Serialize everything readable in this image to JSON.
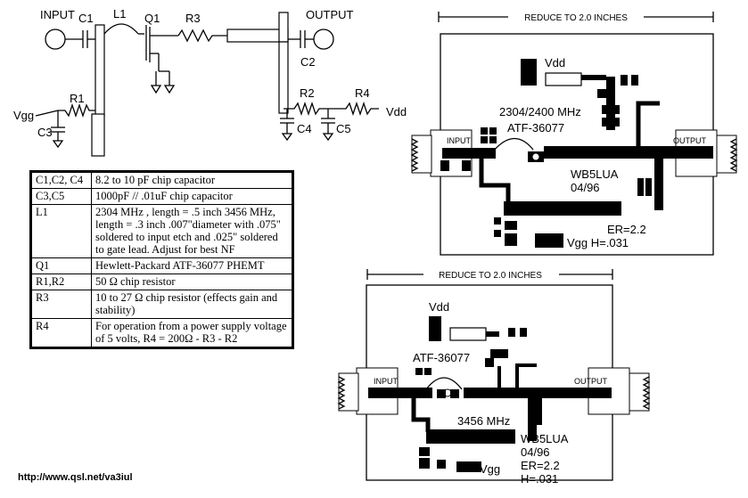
{
  "schematic": {
    "input_label": "INPUT",
    "output_label": "OUTPUT",
    "c1": "C1",
    "l1": "L1",
    "q1": "Q1",
    "r3": "R3",
    "c2": "C2",
    "r1": "R1",
    "r2": "R2",
    "r4": "R4",
    "vgg": "Vgg",
    "vdd": "Vdd",
    "c3": "C3",
    "c4": "C4",
    "c5": "C5"
  },
  "parts_table": [
    {
      "ref": "C1,C2, C4",
      "desc": "8.2 to 10 pF chip capacitor"
    },
    {
      "ref": "C3,C5",
      "desc": "1000pF // .01uF chip capacitor"
    },
    {
      "ref": "L1",
      "desc": "2304 MHz , length = .5 inch 3456 MHz, length = .3 inch .007\"diameter with .075\" soldered to input etch and .025\" soldered to gate lead. Adjust for best NF"
    },
    {
      "ref": "Q1",
      "desc": "Hewlett-Packard ATF-36077 PHEMT"
    },
    {
      "ref": "R1,R2",
      "desc": "50 Ω chip resistor"
    },
    {
      "ref": "R3",
      "desc": "10 to 27 Ω chip resistor (effects gain and stability)"
    },
    {
      "ref": "R4",
      "desc": "For operation from a power supply voltage of 5 volts, R4 = 200Ω - R3 - R2"
    }
  ],
  "url": "http://www.qsl.net/va3iul",
  "pcb_top": {
    "reduce_label": "REDUCE TO 2.0 INCHES",
    "vdd": "Vdd",
    "freq": "2304/2400 MHz",
    "device": "ATF-36077",
    "input": "INPUT",
    "output": "OUTPUT",
    "callsign": "WB5LUA",
    "date": "04/96",
    "er": "ER=2.2",
    "vgg_h": "Vgg H=.031"
  },
  "pcb_bottom": {
    "reduce_label": "REDUCE TO 2.0 INCHES",
    "vdd": "Vdd",
    "device": "ATF-36077",
    "input": "INPUT",
    "output": "OUTPUT",
    "freq": "3456 MHz",
    "callsign": "WB5LUA",
    "date": "04/96",
    "er": "ER=2.2",
    "h": "H=.031",
    "vgg": "Vgg"
  }
}
